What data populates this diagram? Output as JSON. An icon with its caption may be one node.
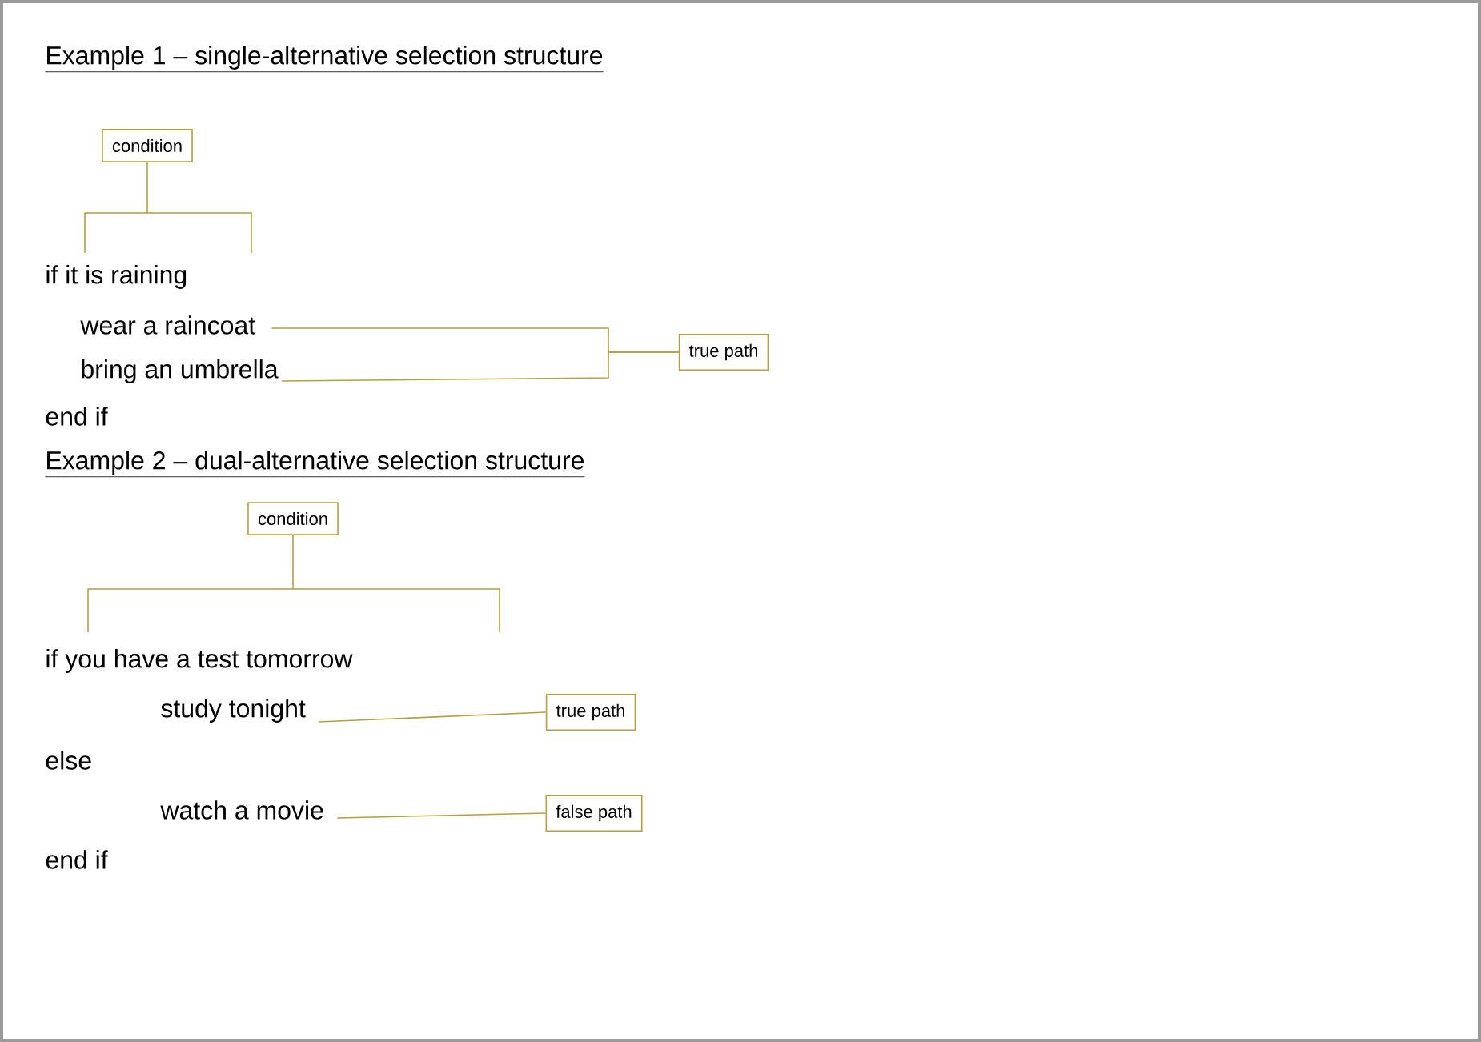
{
  "diagram": {
    "nodes": [
      {
        "text": [
          "condition"
        ]
      },
      {
        "text": [
          "wear a raincoat"
        ]
      },
      {
        "text": [
          "bring an umbrella"
        ]
      },
      {
        "text": [
          "true path"
        ]
      },
      {
        "text": [
          "condition"
        ]
      },
      {
        "text": [
          "study tonight"
        ]
      },
      {
        "text": [
          "true path"
        ]
      },
      {
        "text": [
          "watch a movie"
        ]
      },
      {
        "text": [
          "false path"
        ]
      }
    ],
    "edges": [
      {
        "from": 0,
        "to": null,
        "arrow": "none"
      },
      {
        "from": 3,
        "to": 1,
        "arrow": "none"
      },
      {
        "from": 3,
        "to": 2,
        "arrow": "none"
      },
      {
        "from": 4,
        "to": null,
        "arrow": "none"
      },
      {
        "from": 6,
        "to": 5,
        "arrow": "none"
      },
      {
        "from": 8,
        "to": 7,
        "arrow": "none"
      }
    ],
    "labels": [
      "Example 1 – single-alternative selection structure",
      "if it is raining",
      "end if",
      "Example 2 – dual-alternative selection structure",
      "if you have a test tomorrow",
      "else",
      "end if"
    ]
  }
}
